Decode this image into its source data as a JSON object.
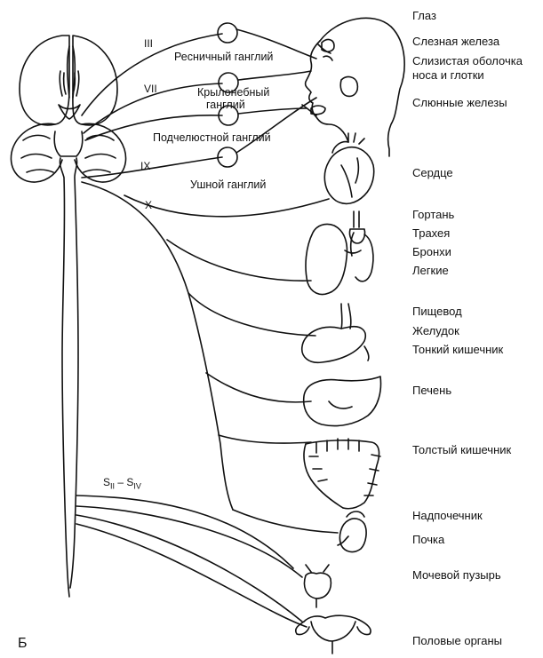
{
  "organs": {
    "eye": "Глаз",
    "lacrimal": "Слезная железа",
    "mucosa_1": "Слизистая оболочка",
    "mucosa_2": "носа и глотки",
    "salivary": "Слюнные железы",
    "heart": "Сердце",
    "larynx": "Гортань",
    "trachea": "Трахея",
    "bronchi": "Бронхи",
    "lungs": "Легкие",
    "esophagus": "Пищевод",
    "stomach": "Желудок",
    "small_intestine": "Тонкий кишечник",
    "liver": "Печень",
    "large_intestine": "Толстый кишечник",
    "adrenal": "Надпочечник",
    "kidney": "Почка",
    "bladder": "Мочевой пузырь",
    "genitals": "Половые органы"
  },
  "ganglia": {
    "ciliary": "Ресничный ганглий",
    "pterygo_1": "Крылонебный",
    "pterygo_2": "ганглий",
    "submandibular": "Подчелюстной ганглий",
    "otic": "Ушной ганглий"
  },
  "nerves": {
    "III": "III",
    "VII": "VII",
    "IX": "IX",
    "X": "X",
    "sacral_main": "S",
    "sacral_sub_1": "II",
    "sacral_dash": " – S",
    "sacral_sub_2": "IV"
  },
  "panel_label": "Б"
}
